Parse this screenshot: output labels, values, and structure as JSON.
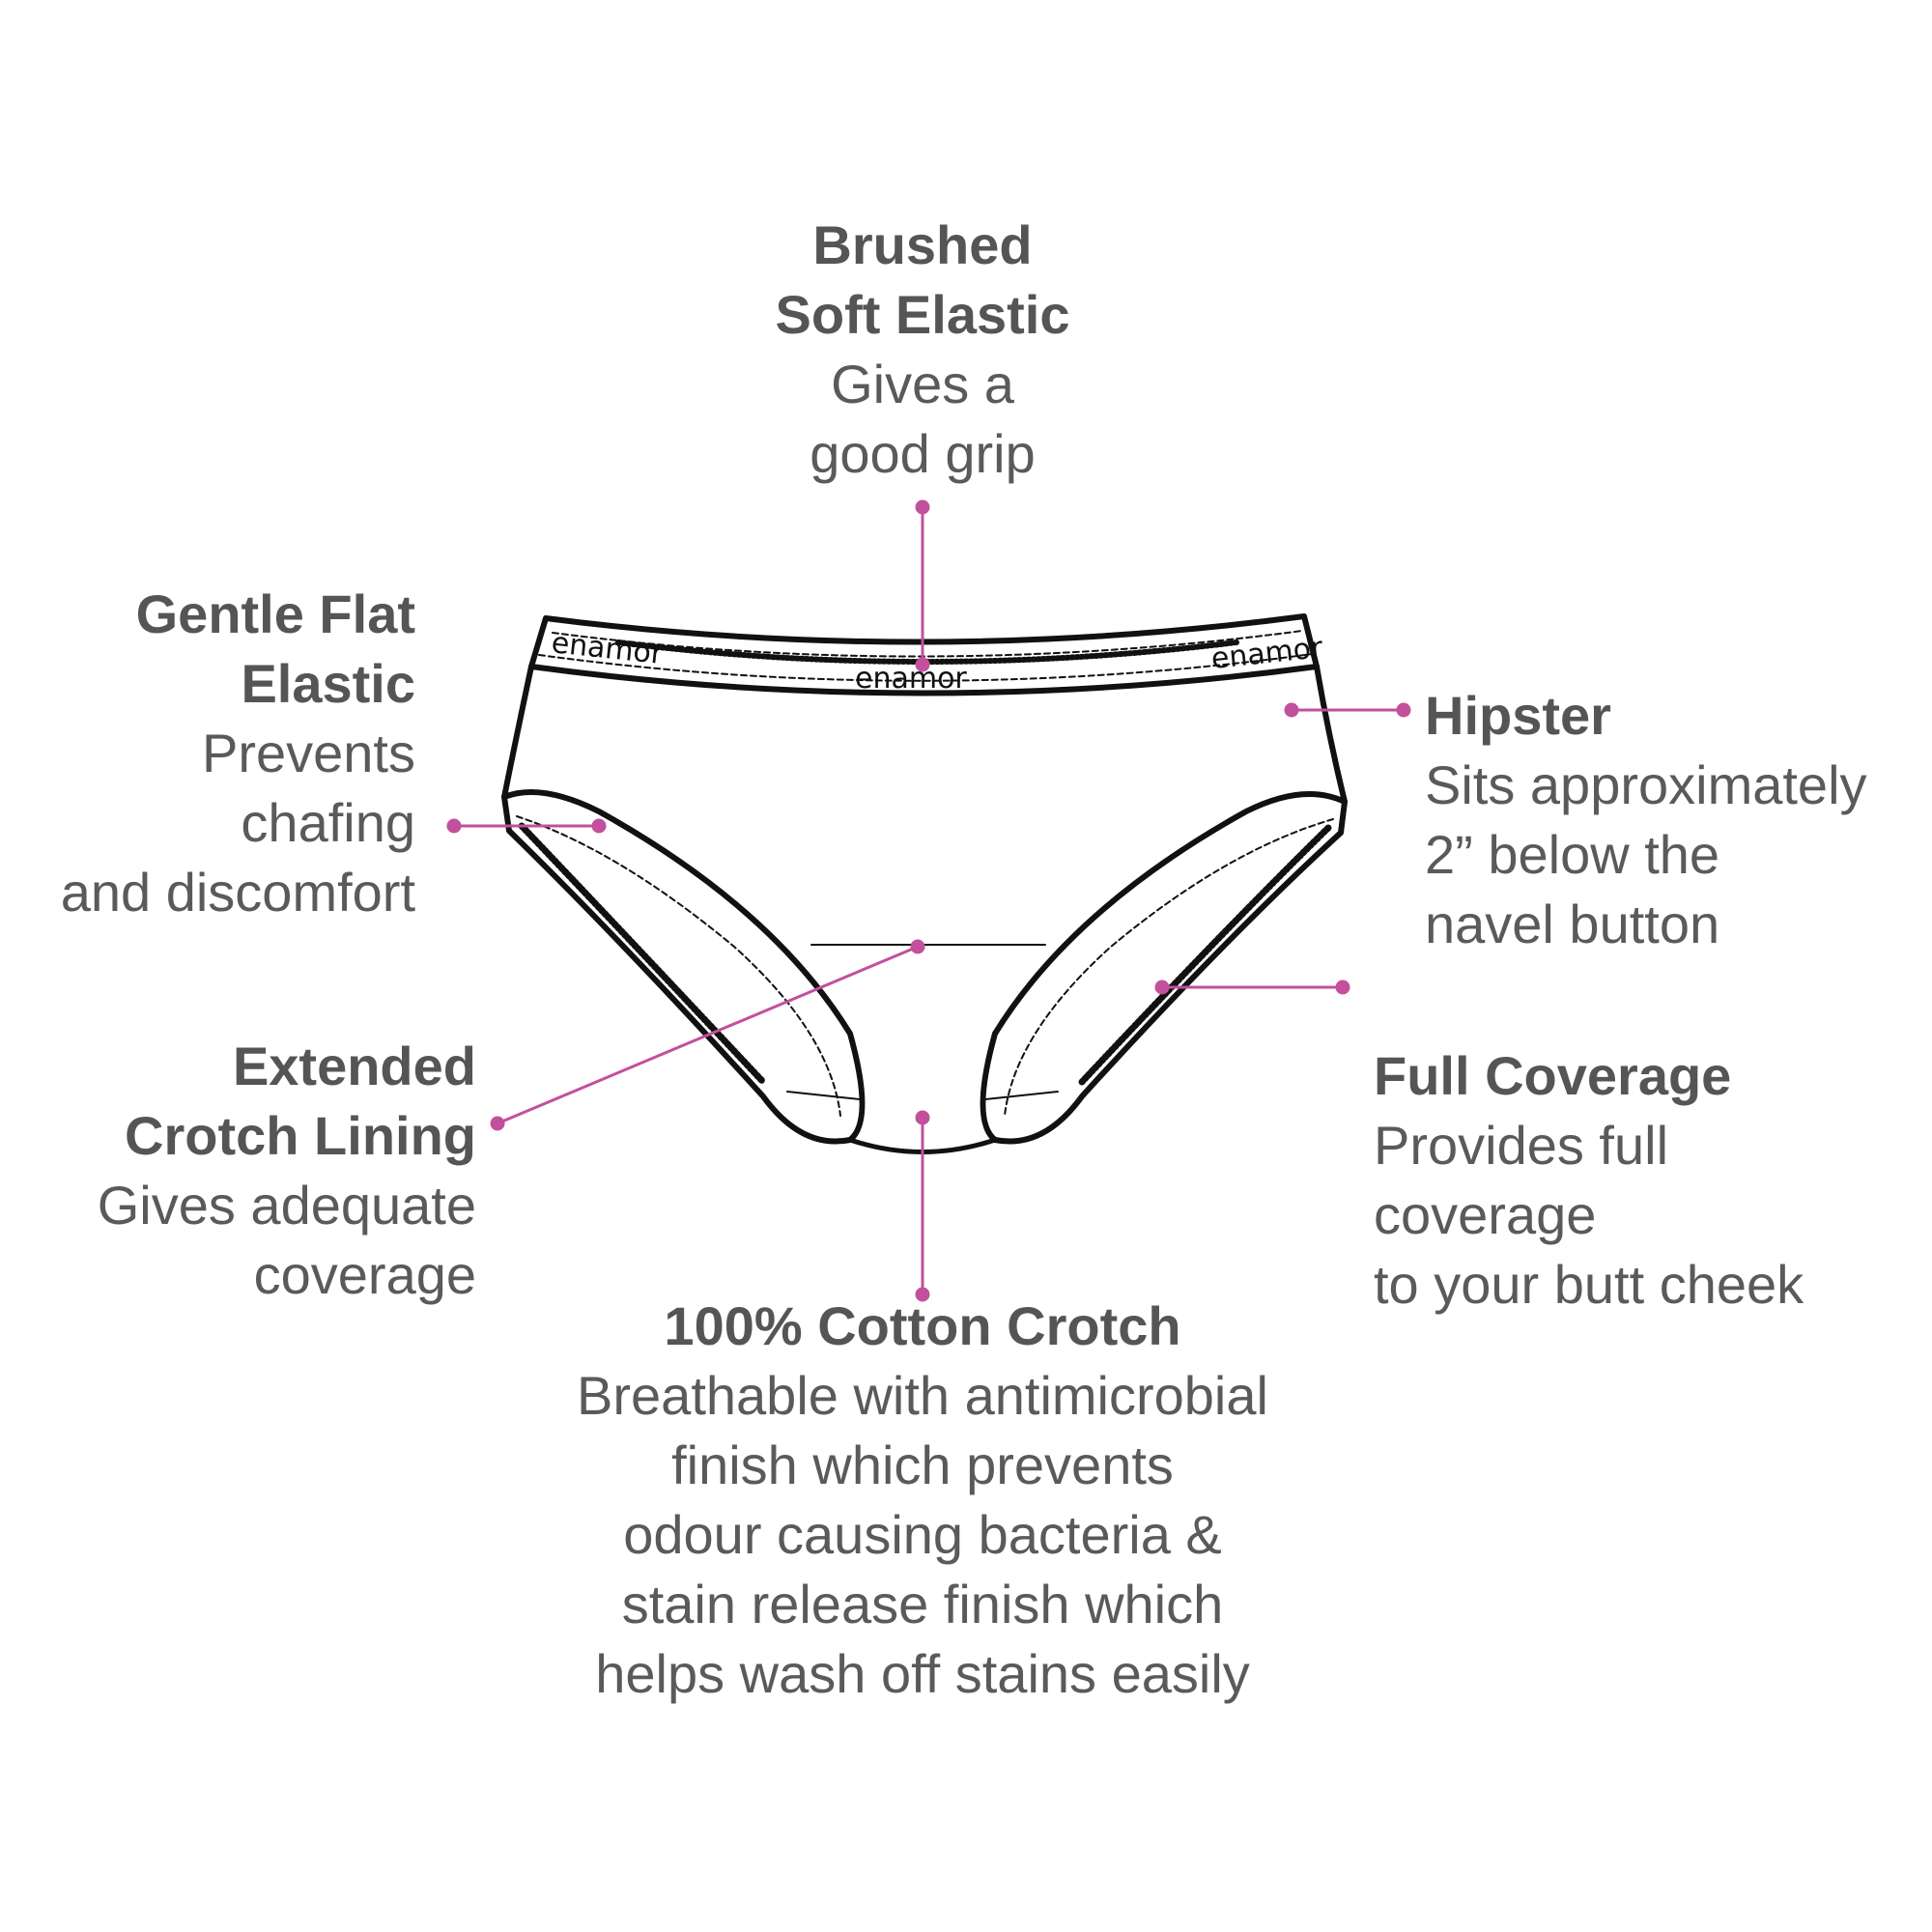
{
  "colors": {
    "accent": "#c2509c",
    "text": "#555555",
    "outline": "#111111"
  },
  "brand_text": "enamor",
  "features": {
    "brushed": {
      "title_line1": "Brushed",
      "title_line2": "Soft Elastic",
      "desc_line1": "Gives a",
      "desc_line2": "good grip"
    },
    "gentle": {
      "title_line1": "Gentle Flat",
      "title_line2": "Elastic",
      "desc_line1": "Prevents",
      "desc_line2": "chafing",
      "desc_line3": "and discomfort"
    },
    "hipster": {
      "title": "Hipster",
      "desc_line1": "Sits approximately",
      "desc_line2": "2” below the",
      "desc_line3": "navel button"
    },
    "extended": {
      "title_line1": "Extended",
      "title_line2": "Crotch Lining",
      "desc_line1": "Gives adequate",
      "desc_line2": "coverage"
    },
    "full_coverage": {
      "title": "Full Coverage",
      "desc_line1": "Provides full",
      "desc_line2": "coverage",
      "desc_line3": "to your butt cheek"
    },
    "cotton": {
      "title": "100% Cotton Crotch",
      "desc_line1": "Breathable with antimicrobial",
      "desc_line2": "finish which prevents",
      "desc_line3": "odour causing bacteria &",
      "desc_line4": "stain release finish which",
      "desc_line5": "helps wash off stains easily"
    }
  }
}
